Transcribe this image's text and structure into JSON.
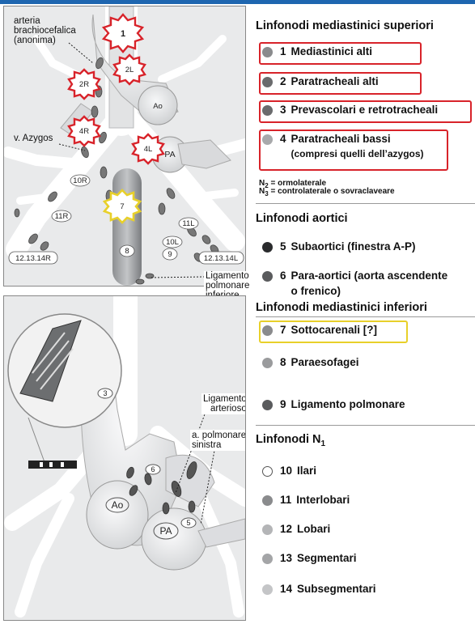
{
  "top_diagram": {
    "labels": {
      "brachiocephalic": "arteria\nbrachiocefalica\n(anonima)",
      "azygos": "v. Azygos",
      "ligament": "Ligamento\npolmonare\ninferiore"
    },
    "stations": [
      "1",
      "2L",
      "2R",
      "4R",
      "4L",
      "7",
      "10R",
      "11R",
      "10L",
      "11L",
      "8",
      "9",
      "12.13.14R",
      "12.13.14L"
    ],
    "vessels": [
      "Ao",
      "PA"
    ]
  },
  "bottom_diagram": {
    "labels": {
      "ligamento_arterioso": "Ligamento\narterioso",
      "a_polmonare": "a. polmonare\nsinistra"
    },
    "stations": [
      "3",
      "6",
      "5"
    ],
    "vessels": [
      "Ao",
      "PA"
    ]
  },
  "legend": {
    "superior": {
      "title": "Linfonodi mediastinici superiori",
      "items": [
        {
          "num": "1",
          "label": "Mediastinici alti"
        },
        {
          "num": "2",
          "label": "Paratracheali alti"
        },
        {
          "num": "3",
          "label": "Prevascolari e retrotracheali"
        },
        {
          "num": "4",
          "label": "Paratracheali bassi",
          "sub": "(compresi quelli dell’azygos)"
        }
      ],
      "note_n2": "= ormolaterale",
      "note_n3": "= controlaterale o sovraclaveare"
    },
    "aortic": {
      "title": "Linfonodi aortici",
      "items": [
        {
          "num": "5",
          "label": "Subaortici (finestra A-P)"
        },
        {
          "num": "6",
          "label": "Para-aortici (aorta ascendente",
          "sub": "o frenico)"
        }
      ]
    },
    "inferior": {
      "title": "Linfonodi mediastinici inferiori",
      "items": [
        {
          "num": "7",
          "label": "Sottocarenali [?]"
        },
        {
          "num": "8",
          "label": "Paraesofagei"
        },
        {
          "num": "9",
          "label": "Ligamento polmonare"
        }
      ]
    },
    "n1": {
      "title_main": "Linfonodi N",
      "title_sub": "1",
      "items": [
        {
          "num": "10",
          "label": "Ilari"
        },
        {
          "num": "11",
          "label": "Interlobari"
        },
        {
          "num": "12",
          "label": "Lobari"
        },
        {
          "num": "13",
          "label": "Segmentari"
        },
        {
          "num": "14",
          "label": "Subsegmentari"
        }
      ]
    }
  },
  "colors": {
    "accent_red": "#d8232a",
    "accent_yellow": "#e8d02a",
    "top_bar": "#1e66b0",
    "node_dark": "#555555",
    "node_light": "#aaaaaa"
  }
}
